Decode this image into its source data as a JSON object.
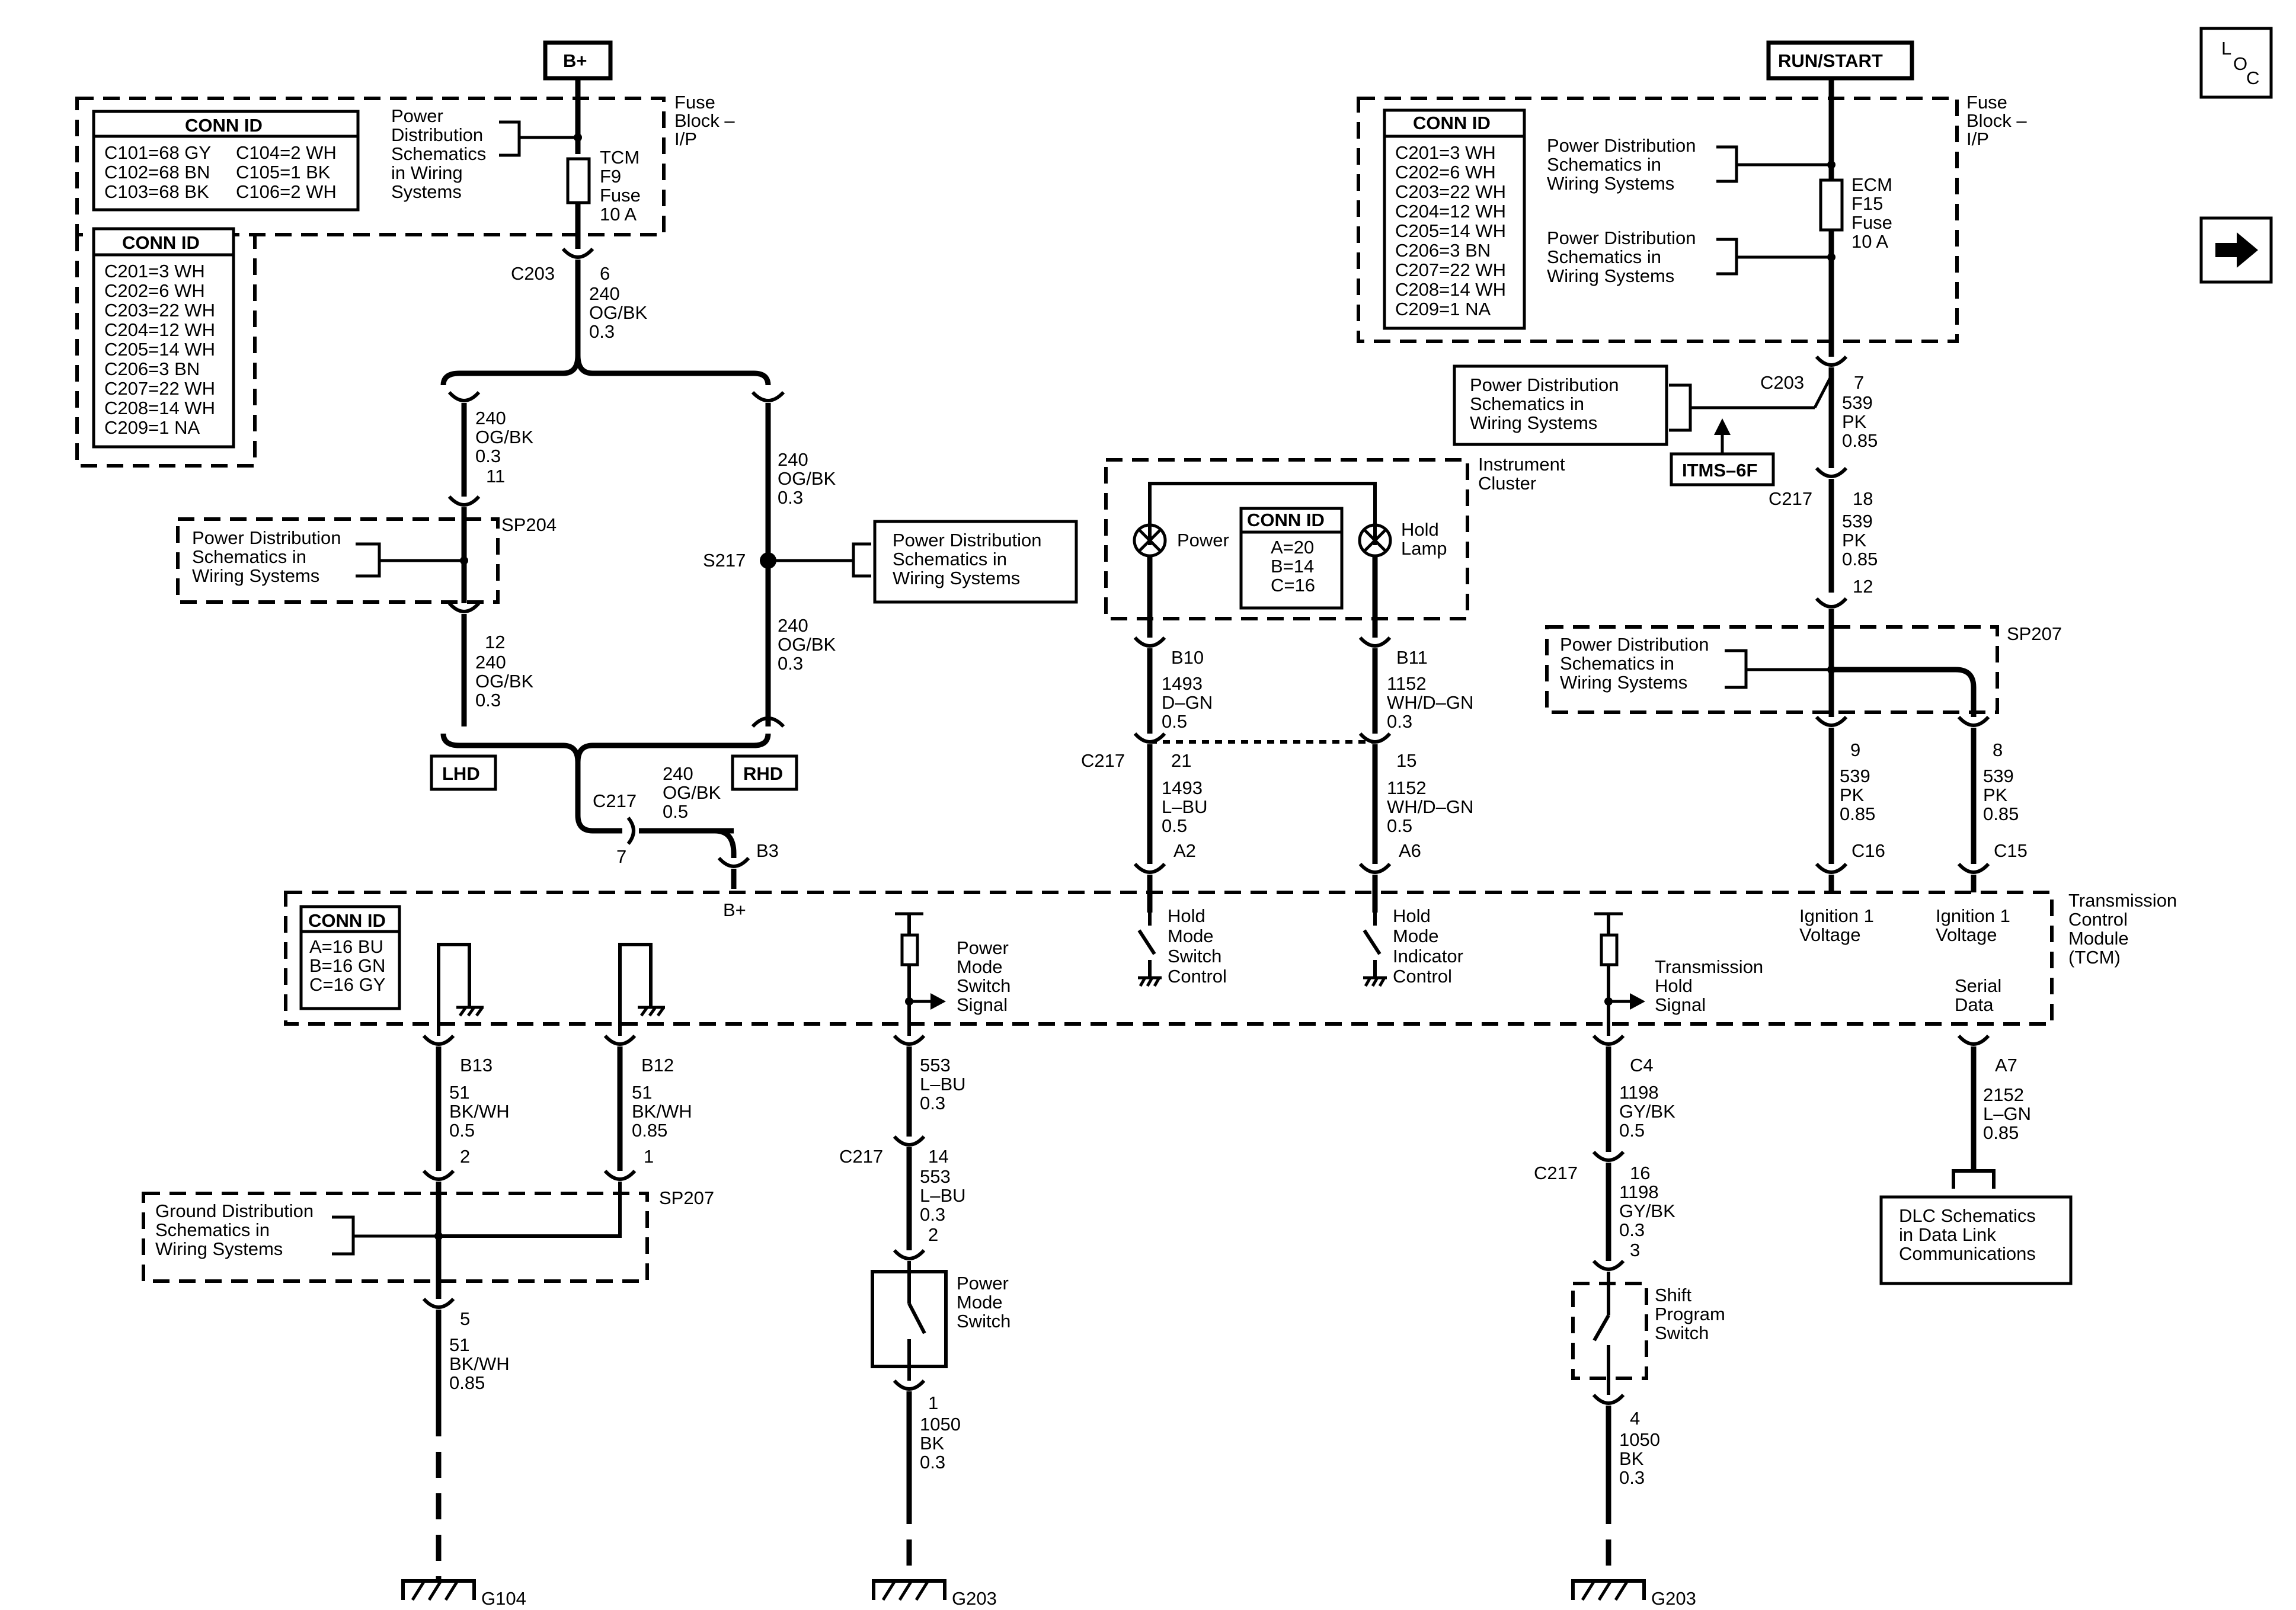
{
  "sources": {
    "b_plus": "B+",
    "run_start": "RUN/START"
  },
  "nav": {
    "loc_l": "L",
    "loc_o": "O",
    "loc_c": "C"
  },
  "fuse_block_left": {
    "title": "Fuse Block – I/P",
    "conn_id_1": {
      "header": "CONN ID",
      "rows": [
        "C101=68 GY",
        "C102=68 BN",
        "C103=68 BK",
        "C104=2 WH",
        "C105=1 BK",
        "C106=2 WH"
      ]
    },
    "conn_id_2": {
      "header": "CONN ID",
      "rows": [
        "C201=3 WH",
        "C202=6 WH",
        "C203=22 WH",
        "C204=12 WH",
        "C205=14 WH",
        "C206=3 BN",
        "C207=22 WH",
        "C208=14 WH",
        "C209=1 NA"
      ]
    },
    "pd_note": [
      "Power",
      "Distribution",
      "Schematics",
      "in Wiring",
      "Systems"
    ],
    "fuse": [
      "TCM",
      "F9",
      "Fuse",
      "10 A"
    ]
  },
  "fuse_block_right": {
    "title": "Fuse Block – I/P",
    "conn_id": {
      "header": "CONN ID",
      "rows": [
        "C201=3 WH",
        "C202=6 WH",
        "C203=22 WH",
        "C204=12 WH",
        "C205=14 WH",
        "C206=3 BN",
        "C207=22 WH",
        "C208=14 WH",
        "C209=1 NA"
      ]
    },
    "pd_note_1": [
      "Power Distribution",
      "Schematics in",
      "Wiring Systems"
    ],
    "pd_note_2": [
      "Power Distribution",
      "Schematics in",
      "Wiring Systems"
    ],
    "fuse": [
      "ECM",
      "F15",
      "Fuse",
      "10 A"
    ]
  },
  "pd3": [
    "Power Distribution",
    "Schematics in",
    "Wiring Systems"
  ],
  "itms": "ITMS–6F",
  "instrument_cluster": {
    "title": [
      "Instrument",
      "Cluster"
    ],
    "power": "Power",
    "hold_lamp": [
      "Hold",
      "Lamp"
    ],
    "conn_id": {
      "header": "CONN ID",
      "rows": [
        "A=20",
        "B=14",
        "C=16"
      ]
    }
  },
  "left_branch": {
    "c203": "C203",
    "c203_pin": "6",
    "wire_top": [
      "240",
      "OG/BK",
      "0.3"
    ],
    "lhd_top": [
      "240",
      "OG/BK",
      "0.3",
      "11"
    ],
    "sp204": "SP204",
    "sp204_note": [
      "Power Distribution",
      "Schematics in",
      "Wiring Systems"
    ],
    "lhd_bottom": [
      "12",
      "240",
      "OG/BK",
      "0.3"
    ],
    "rhd_top": [
      "240",
      "OG/BK",
      "0.3"
    ],
    "s217": "S217",
    "s217_note": [
      "Power Distribution",
      "Schematics in",
      "Wiring Systems"
    ],
    "rhd_bottom": [
      "240",
      "OG/BK",
      "0.3"
    ],
    "lhd": "LHD",
    "rhd": "RHD",
    "c217": "C217",
    "c217_pin": "7",
    "c217_wire": [
      "240",
      "OG/BK",
      "0.5"
    ],
    "b3": "B3",
    "b_plus": "B+"
  },
  "right_branch": {
    "c203": "C203",
    "c203_wire": [
      "7",
      "539",
      "PK",
      "0.85"
    ],
    "c217": "C217",
    "c217_wire": [
      "18",
      "539",
      "PK",
      "0.85",
      "12"
    ],
    "sp207": "SP207",
    "sp207_note": [
      "Power Distribution",
      "Schematics in",
      "Wiring Systems"
    ],
    "c16_wire": [
      "9",
      "539",
      "PK",
      "0.85"
    ],
    "c16": "C16",
    "c15_wire": [
      "8",
      "539",
      "PK",
      "0.85"
    ],
    "c15": "C15"
  },
  "hold_circuits": {
    "b10": "B10",
    "b10_wire": [
      "1493",
      "D–GN",
      "0.5"
    ],
    "b11": "B11",
    "b11_wire": [
      "1152",
      "WH/D–GN",
      "0.3"
    ],
    "c217": "C217",
    "c217_left": [
      "21",
      "1493",
      "L–BU",
      "0.5"
    ],
    "a2": "A2",
    "c217_right": [
      "15",
      "1152",
      "WH/D–GN",
      "0.5"
    ],
    "a6": "A6"
  },
  "tcm": {
    "title": [
      "Transmission",
      "Control",
      "Module",
      "(TCM)"
    ],
    "conn_id": {
      "header": "CONN ID",
      "rows": [
        "A=16 BU",
        "B=16 GN",
        "C=16 GY"
      ]
    },
    "power_mode_switch_signal": [
      "Power",
      "Mode",
      "Switch",
      "Signal"
    ],
    "hold_mode_switch_control": [
      "Hold",
      "Mode",
      "Switch",
      "Control"
    ],
    "hold_mode_indicator_control": [
      "Hold",
      "Mode",
      "Indicator",
      "Control"
    ],
    "transmission_hold_signal": [
      "Transmission",
      "Hold",
      "Signal"
    ],
    "ignition_1_voltage_a": [
      "Ignition 1",
      "Voltage"
    ],
    "ignition_1_voltage_b": [
      "Ignition 1",
      "Voltage"
    ],
    "serial_data": [
      "Serial",
      "Data"
    ]
  },
  "ground_section": {
    "b13": "B13",
    "b13_wire": [
      "51",
      "BK/WH",
      "0.5",
      "2"
    ],
    "b12": "B12",
    "b12_wire": [
      "51",
      "BK/WH",
      "0.85",
      "1"
    ],
    "sp207": "SP207",
    "gd_note": [
      "Ground Distribution",
      "Schematics in",
      "Wiring Systems"
    ],
    "gwire": [
      "5",
      "51",
      "BK/WH",
      "0.85"
    ],
    "g104": "G104"
  },
  "power_mode": {
    "wire_top": [
      "553",
      "L–BU",
      "0.3"
    ],
    "c217": "C217",
    "c217_wire": [
      "14",
      "553",
      "L–BU",
      "0.3",
      "2"
    ],
    "switch": [
      "Power",
      "Mode",
      "Switch"
    ],
    "gwire": [
      "1",
      "1050",
      "BK",
      "0.3"
    ],
    "g203": "G203"
  },
  "shift_program": {
    "c4": "C4",
    "c4_wire": [
      "1198",
      "GY/BK",
      "0.5"
    ],
    "c217": "C217",
    "c217_wire": [
      "16",
      "1198",
      "GY/BK",
      "0.3",
      "3"
    ],
    "switch": [
      "Shift",
      "Program",
      "Switch"
    ],
    "gwire": [
      "4",
      "1050",
      "BK",
      "0.3"
    ],
    "g203": "G203"
  },
  "serial": {
    "a7": "A7",
    "wire": [
      "2152",
      "L–GN",
      "0.85"
    ],
    "dlc": [
      "DLC Schematics",
      "in Data Link",
      "Communications"
    ]
  }
}
